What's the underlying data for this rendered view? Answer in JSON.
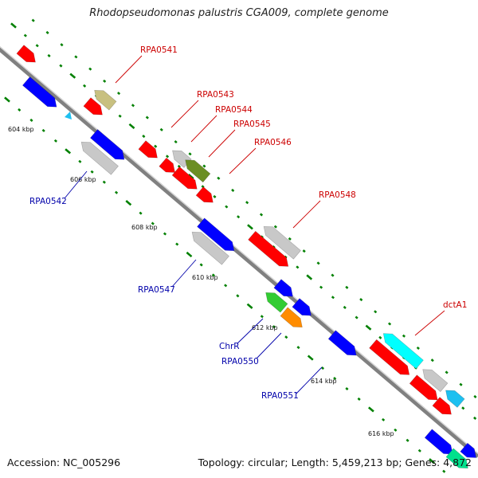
{
  "title": "Rhodopseudomonas palustris CGA009, complete genome",
  "footer": {
    "accession": "Accession: NC_005296",
    "topology": "Topology: circular; Length: 5,459,213 bp; Genes: 4,872"
  },
  "colors": {
    "backbone": "#808080",
    "forward_label": "#cc0000",
    "reverse_label": "#0000aa",
    "tick": "#008000",
    "red": "#ff0000",
    "blue": "#0000ff",
    "gray": "#c8c8c8",
    "khaki": "#c8c080",
    "olive": "#6b8e23",
    "green": "#33cc33",
    "orange": "#ff8c00",
    "cyan": "#00ffff",
    "lightblue": "#1ec0f0",
    "teal": "#00e08c"
  },
  "scale_labels": [
    "604 kbp",
    "606 kbp",
    "608 kbp",
    "610 kbp",
    "612 kbp",
    "614 kbp",
    "616 kbp"
  ],
  "forward_gene_labels": [
    "RPA0541",
    "RPA0543",
    "RPA0544",
    "RPA0545",
    "RPA0546",
    "RPA0548",
    "dctA1"
  ],
  "reverse_gene_labels": [
    "RPA0542",
    "RPA0547",
    "ChrR",
    "RPA0550",
    "RPA0551"
  ]
}
